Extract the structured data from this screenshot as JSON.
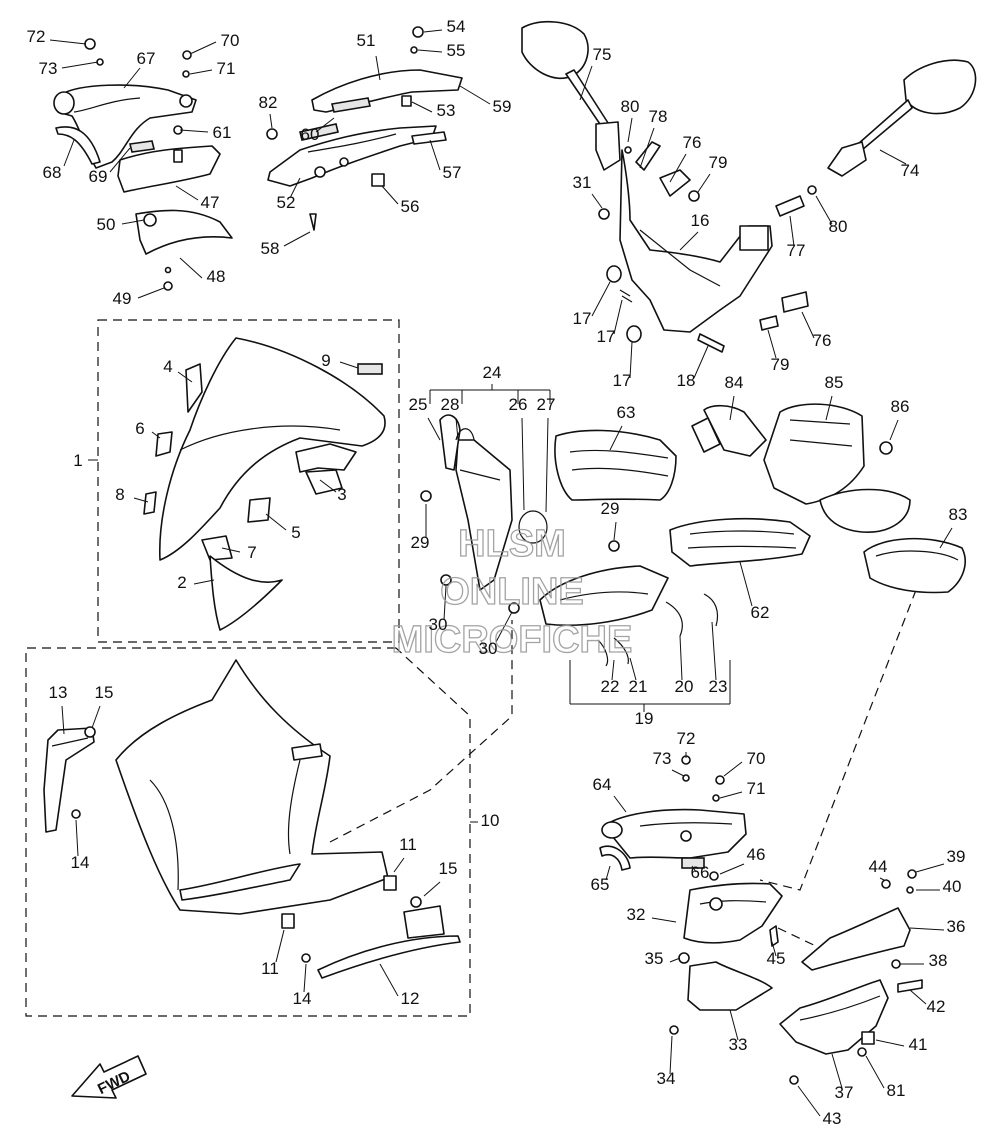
{
  "diagram": {
    "callouts": [
      {
        "id": "c72a",
        "text": "72"
      },
      {
        "id": "c73a",
        "text": "73"
      },
      {
        "id": "c67",
        "text": "67"
      },
      {
        "id": "c70a",
        "text": "70"
      },
      {
        "id": "c71a",
        "text": "71"
      },
      {
        "id": "c68",
        "text": "68"
      },
      {
        "id": "c69",
        "text": "69"
      },
      {
        "id": "c61",
        "text": "61"
      },
      {
        "id": "c47",
        "text": "47"
      },
      {
        "id": "c50",
        "text": "50"
      },
      {
        "id": "c48",
        "text": "48"
      },
      {
        "id": "c49",
        "text": "49"
      },
      {
        "id": "c51",
        "text": "51"
      },
      {
        "id": "c54",
        "text": "54"
      },
      {
        "id": "c55",
        "text": "55"
      },
      {
        "id": "c59",
        "text": "59"
      },
      {
        "id": "c82",
        "text": "82"
      },
      {
        "id": "c53",
        "text": "53"
      },
      {
        "id": "c60",
        "text": "60"
      },
      {
        "id": "c57",
        "text": "57"
      },
      {
        "id": "c52",
        "text": "52"
      },
      {
        "id": "c56",
        "text": "56"
      },
      {
        "id": "c58",
        "text": "58"
      },
      {
        "id": "c75",
        "text": "75"
      },
      {
        "id": "c80a",
        "text": "80"
      },
      {
        "id": "c78",
        "text": "78"
      },
      {
        "id": "c76a",
        "text": "76"
      },
      {
        "id": "c79a",
        "text": "79"
      },
      {
        "id": "c31",
        "text": "31"
      },
      {
        "id": "c74",
        "text": "74"
      },
      {
        "id": "c16",
        "text": "16"
      },
      {
        "id": "c77",
        "text": "77"
      },
      {
        "id": "c80b",
        "text": "80"
      },
      {
        "id": "c17a",
        "text": "17"
      },
      {
        "id": "c17b",
        "text": "17"
      },
      {
        "id": "c17c",
        "text": "17"
      },
      {
        "id": "c18",
        "text": "18"
      },
      {
        "id": "c79b",
        "text": "79"
      },
      {
        "id": "c76b",
        "text": "76"
      },
      {
        "id": "c9",
        "text": "9"
      },
      {
        "id": "c4",
        "text": "4"
      },
      {
        "id": "c6",
        "text": "6"
      },
      {
        "id": "c1",
        "text": "1"
      },
      {
        "id": "c3",
        "text": "3"
      },
      {
        "id": "c8",
        "text": "8"
      },
      {
        "id": "c5",
        "text": "5"
      },
      {
        "id": "c7",
        "text": "7"
      },
      {
        "id": "c2",
        "text": "2"
      },
      {
        "id": "c24",
        "text": "24"
      },
      {
        "id": "c25",
        "text": "25"
      },
      {
        "id": "c28",
        "text": "28"
      },
      {
        "id": "c26",
        "text": "26"
      },
      {
        "id": "c27",
        "text": "27"
      },
      {
        "id": "c63",
        "text": "63"
      },
      {
        "id": "c84",
        "text": "84"
      },
      {
        "id": "c85",
        "text": "85"
      },
      {
        "id": "c86",
        "text": "86"
      },
      {
        "id": "c29a",
        "text": "29"
      },
      {
        "id": "c29b",
        "text": "29"
      },
      {
        "id": "c83",
        "text": "83"
      },
      {
        "id": "c30a",
        "text": "30"
      },
      {
        "id": "c30b",
        "text": "30"
      },
      {
        "id": "c62",
        "text": "62"
      },
      {
        "id": "c22",
        "text": "22"
      },
      {
        "id": "c21",
        "text": "21"
      },
      {
        "id": "c20",
        "text": "20"
      },
      {
        "id": "c23",
        "text": "23"
      },
      {
        "id": "c19",
        "text": "19"
      },
      {
        "id": "c13",
        "text": "13"
      },
      {
        "id": "c15a",
        "text": "15"
      },
      {
        "id": "c14a",
        "text": "14"
      },
      {
        "id": "c10",
        "text": "10"
      },
      {
        "id": "c11a",
        "text": "11"
      },
      {
        "id": "c15b",
        "text": "15"
      },
      {
        "id": "c11b",
        "text": "11"
      },
      {
        "id": "c14b",
        "text": "14"
      },
      {
        "id": "c12",
        "text": "12"
      },
      {
        "id": "c72b",
        "text": "72"
      },
      {
        "id": "c73b",
        "text": "73"
      },
      {
        "id": "c70b",
        "text": "70"
      },
      {
        "id": "c71b",
        "text": "71"
      },
      {
        "id": "c64",
        "text": "64"
      },
      {
        "id": "c46",
        "text": "46"
      },
      {
        "id": "c65",
        "text": "65"
      },
      {
        "id": "c66",
        "text": "66"
      },
      {
        "id": "c44",
        "text": "44"
      },
      {
        "id": "c39",
        "text": "39"
      },
      {
        "id": "c40",
        "text": "40"
      },
      {
        "id": "c32",
        "text": "32"
      },
      {
        "id": "c36",
        "text": "36"
      },
      {
        "id": "c35",
        "text": "35"
      },
      {
        "id": "c45",
        "text": "45"
      },
      {
        "id": "c38",
        "text": "38"
      },
      {
        "id": "c42",
        "text": "42"
      },
      {
        "id": "c33",
        "text": "33"
      },
      {
        "id": "c41",
        "text": "41"
      },
      {
        "id": "c34",
        "text": "34"
      },
      {
        "id": "c37",
        "text": "37"
      },
      {
        "id": "c81",
        "text": "81"
      },
      {
        "id": "c43",
        "text": "43"
      }
    ]
  },
  "watermark": {
    "line1": "HLSM",
    "line2": "ONLINE",
    "line3": "MICROFICHE"
  },
  "direction_badge": {
    "label": "FWD"
  }
}
